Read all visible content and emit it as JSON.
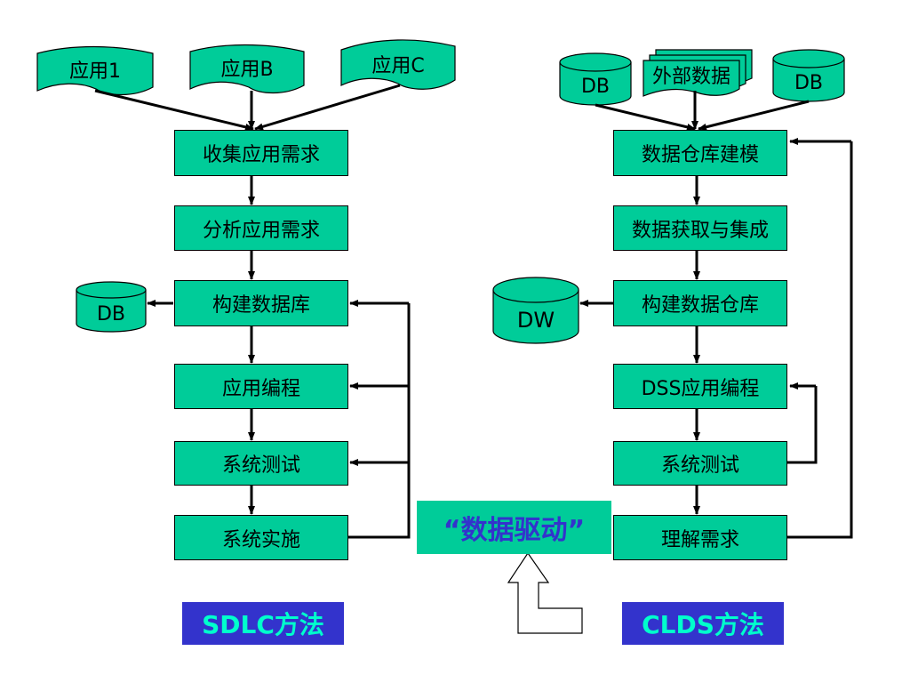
{
  "sdlc": {
    "apps": [
      "应用1",
      "应用B",
      "应用C"
    ],
    "steps": [
      "收集应用需求",
      "分析应用需求",
      "构建数据库",
      "应用编程",
      "系统测试",
      "系统实施"
    ],
    "db": "DB",
    "method": "SDLC方法"
  },
  "clds": {
    "sources": [
      "DB",
      "外部数据",
      "DB"
    ],
    "steps": [
      "数据仓库建模",
      "数据获取与集成",
      "构建数据仓库",
      "DSS应用编程",
      "系统测试",
      "理解需求"
    ],
    "dw": "DW",
    "method": "CLDS方法"
  },
  "driven_label": "“数据驱动”",
  "colors": {
    "box_fill": "#00cc99",
    "method_bg": "#3333cc",
    "method_text": "#00ffcc",
    "driven_text": "#3333cc"
  }
}
